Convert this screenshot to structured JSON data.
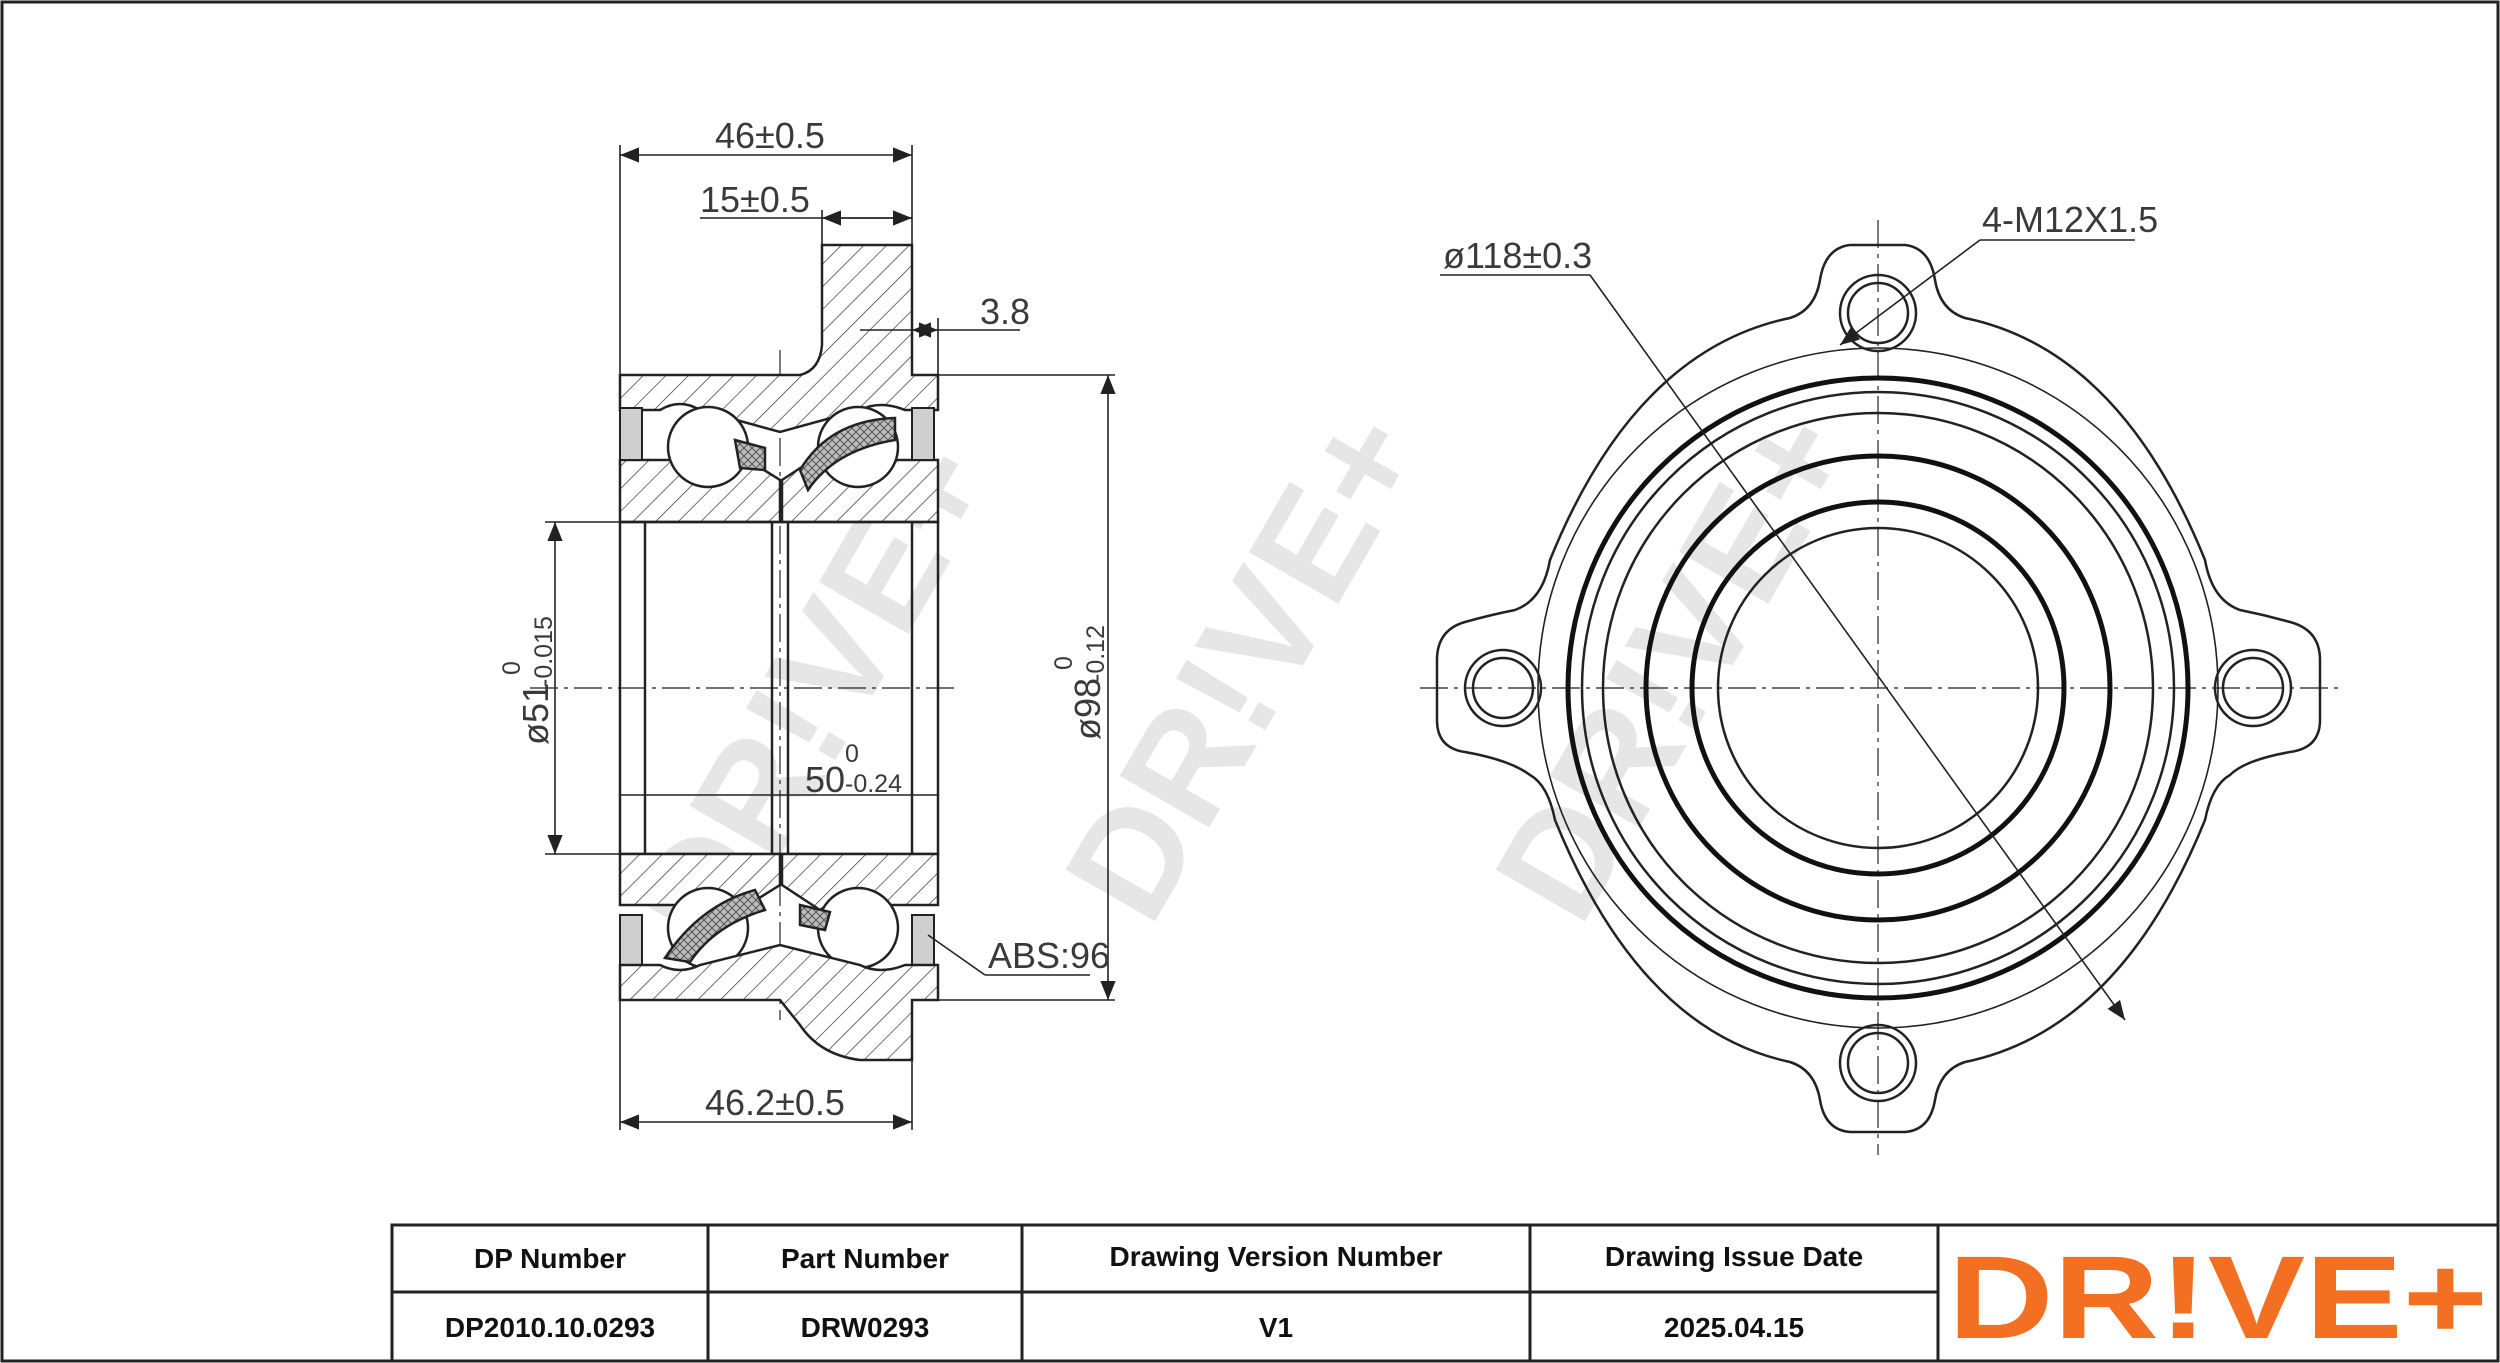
{
  "watermark": "DR!VE+",
  "side_view": {
    "dim_width_top": "46±0.5",
    "dim_flange": "15±0.5",
    "dim_step": "3.8",
    "dim_bore": "ø51",
    "dim_bore_tol_upper": "0",
    "dim_bore_tol_lower": "-0.015",
    "dim_outer": "ø98",
    "dim_outer_tol_upper": "0",
    "dim_outer_tol_lower": "-0.12",
    "dim_inner_width": "50",
    "dim_inner_width_tol_upper": "0",
    "dim_inner_width_tol_lower": "-0.24",
    "abs_label": "ABS:96",
    "dim_width_bottom": "46.2±0.5"
  },
  "front_view": {
    "dim_pcd": "ø118±0.3",
    "dim_thread": "4-M12X1.5"
  },
  "title_block": {
    "headers": [
      "DP Number",
      "Part Number",
      "Drawing Version Number",
      "Drawing Issue Date"
    ],
    "values": [
      "DP2010.10.0293",
      "DRW0293",
      "V1",
      "2025.04.15"
    ],
    "logo_text": "DR!VE+",
    "logo_color": "#f36f21"
  }
}
